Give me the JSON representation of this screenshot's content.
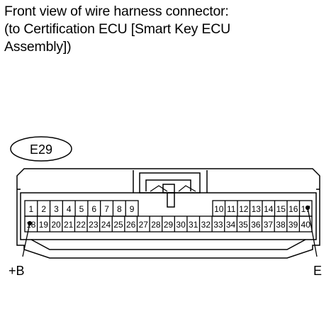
{
  "title_lines": [
    "Front view of wire harness connector:",
    "(to Certification ECU [Smart Key ECU",
    "Assembly])"
  ],
  "connector": {
    "code": "E29",
    "top_row": [
      "1",
      "2",
      "3",
      "4",
      "5",
      "6",
      "7",
      "8",
      "9",
      "10",
      "11",
      "12",
      "13",
      "14",
      "15",
      "16",
      "17"
    ],
    "bottom_row": [
      "18",
      "19",
      "20",
      "21",
      "22",
      "23",
      "24",
      "25",
      "26",
      "27",
      "28",
      "29",
      "30",
      "31",
      "32",
      "33",
      "34",
      "35",
      "36",
      "37",
      "38",
      "39",
      "40"
    ]
  },
  "terminals": {
    "left": "+B",
    "right": "E"
  }
}
